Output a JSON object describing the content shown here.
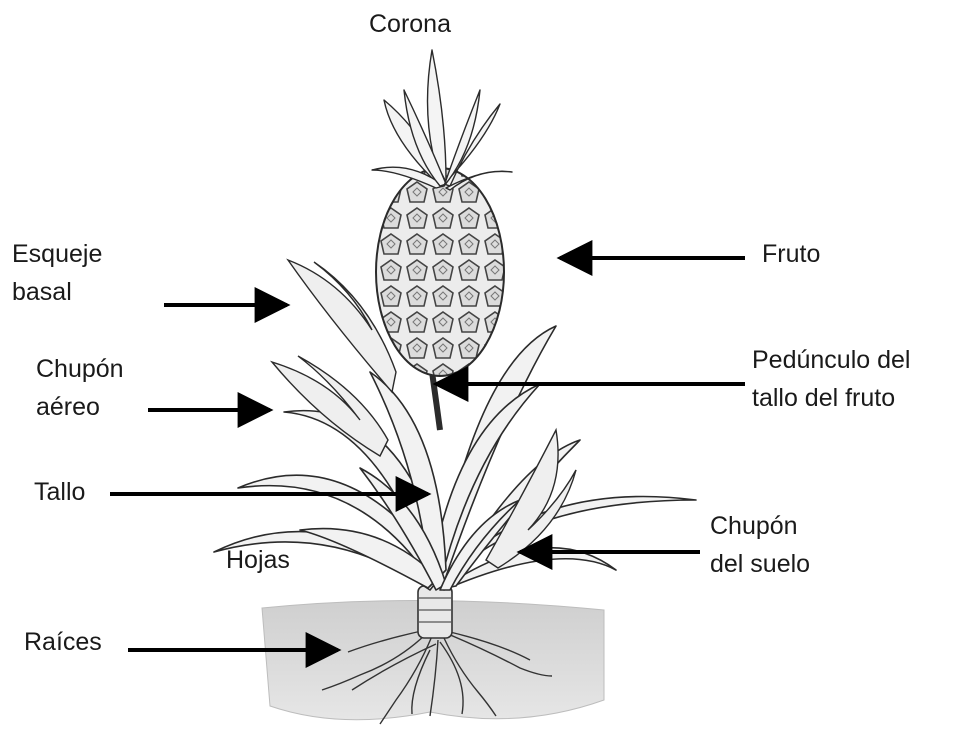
{
  "labels": {
    "corona": "Corona",
    "fruto": "Fruto",
    "esqueje_basal": {
      "line1": "Esqueje",
      "line2": "basal"
    },
    "chupon_aereo": {
      "line1": "Chupón",
      "line2": "aéreo"
    },
    "pedunculo": {
      "line1": "Pedúnculo del",
      "line2": "tallo del fruto"
    },
    "tallo": "Tallo",
    "hojas": "Hojas",
    "chupon_suelo": {
      "line1": "Chupón",
      "line2": "del suelo"
    },
    "raices": "Raíces"
  },
  "colors": {
    "text": "#1a1a1a",
    "arrow": "#000000",
    "soil": "#d9d9d9",
    "leaf_fill": "#f2f2f2",
    "line_art": "#2b2b2b"
  }
}
